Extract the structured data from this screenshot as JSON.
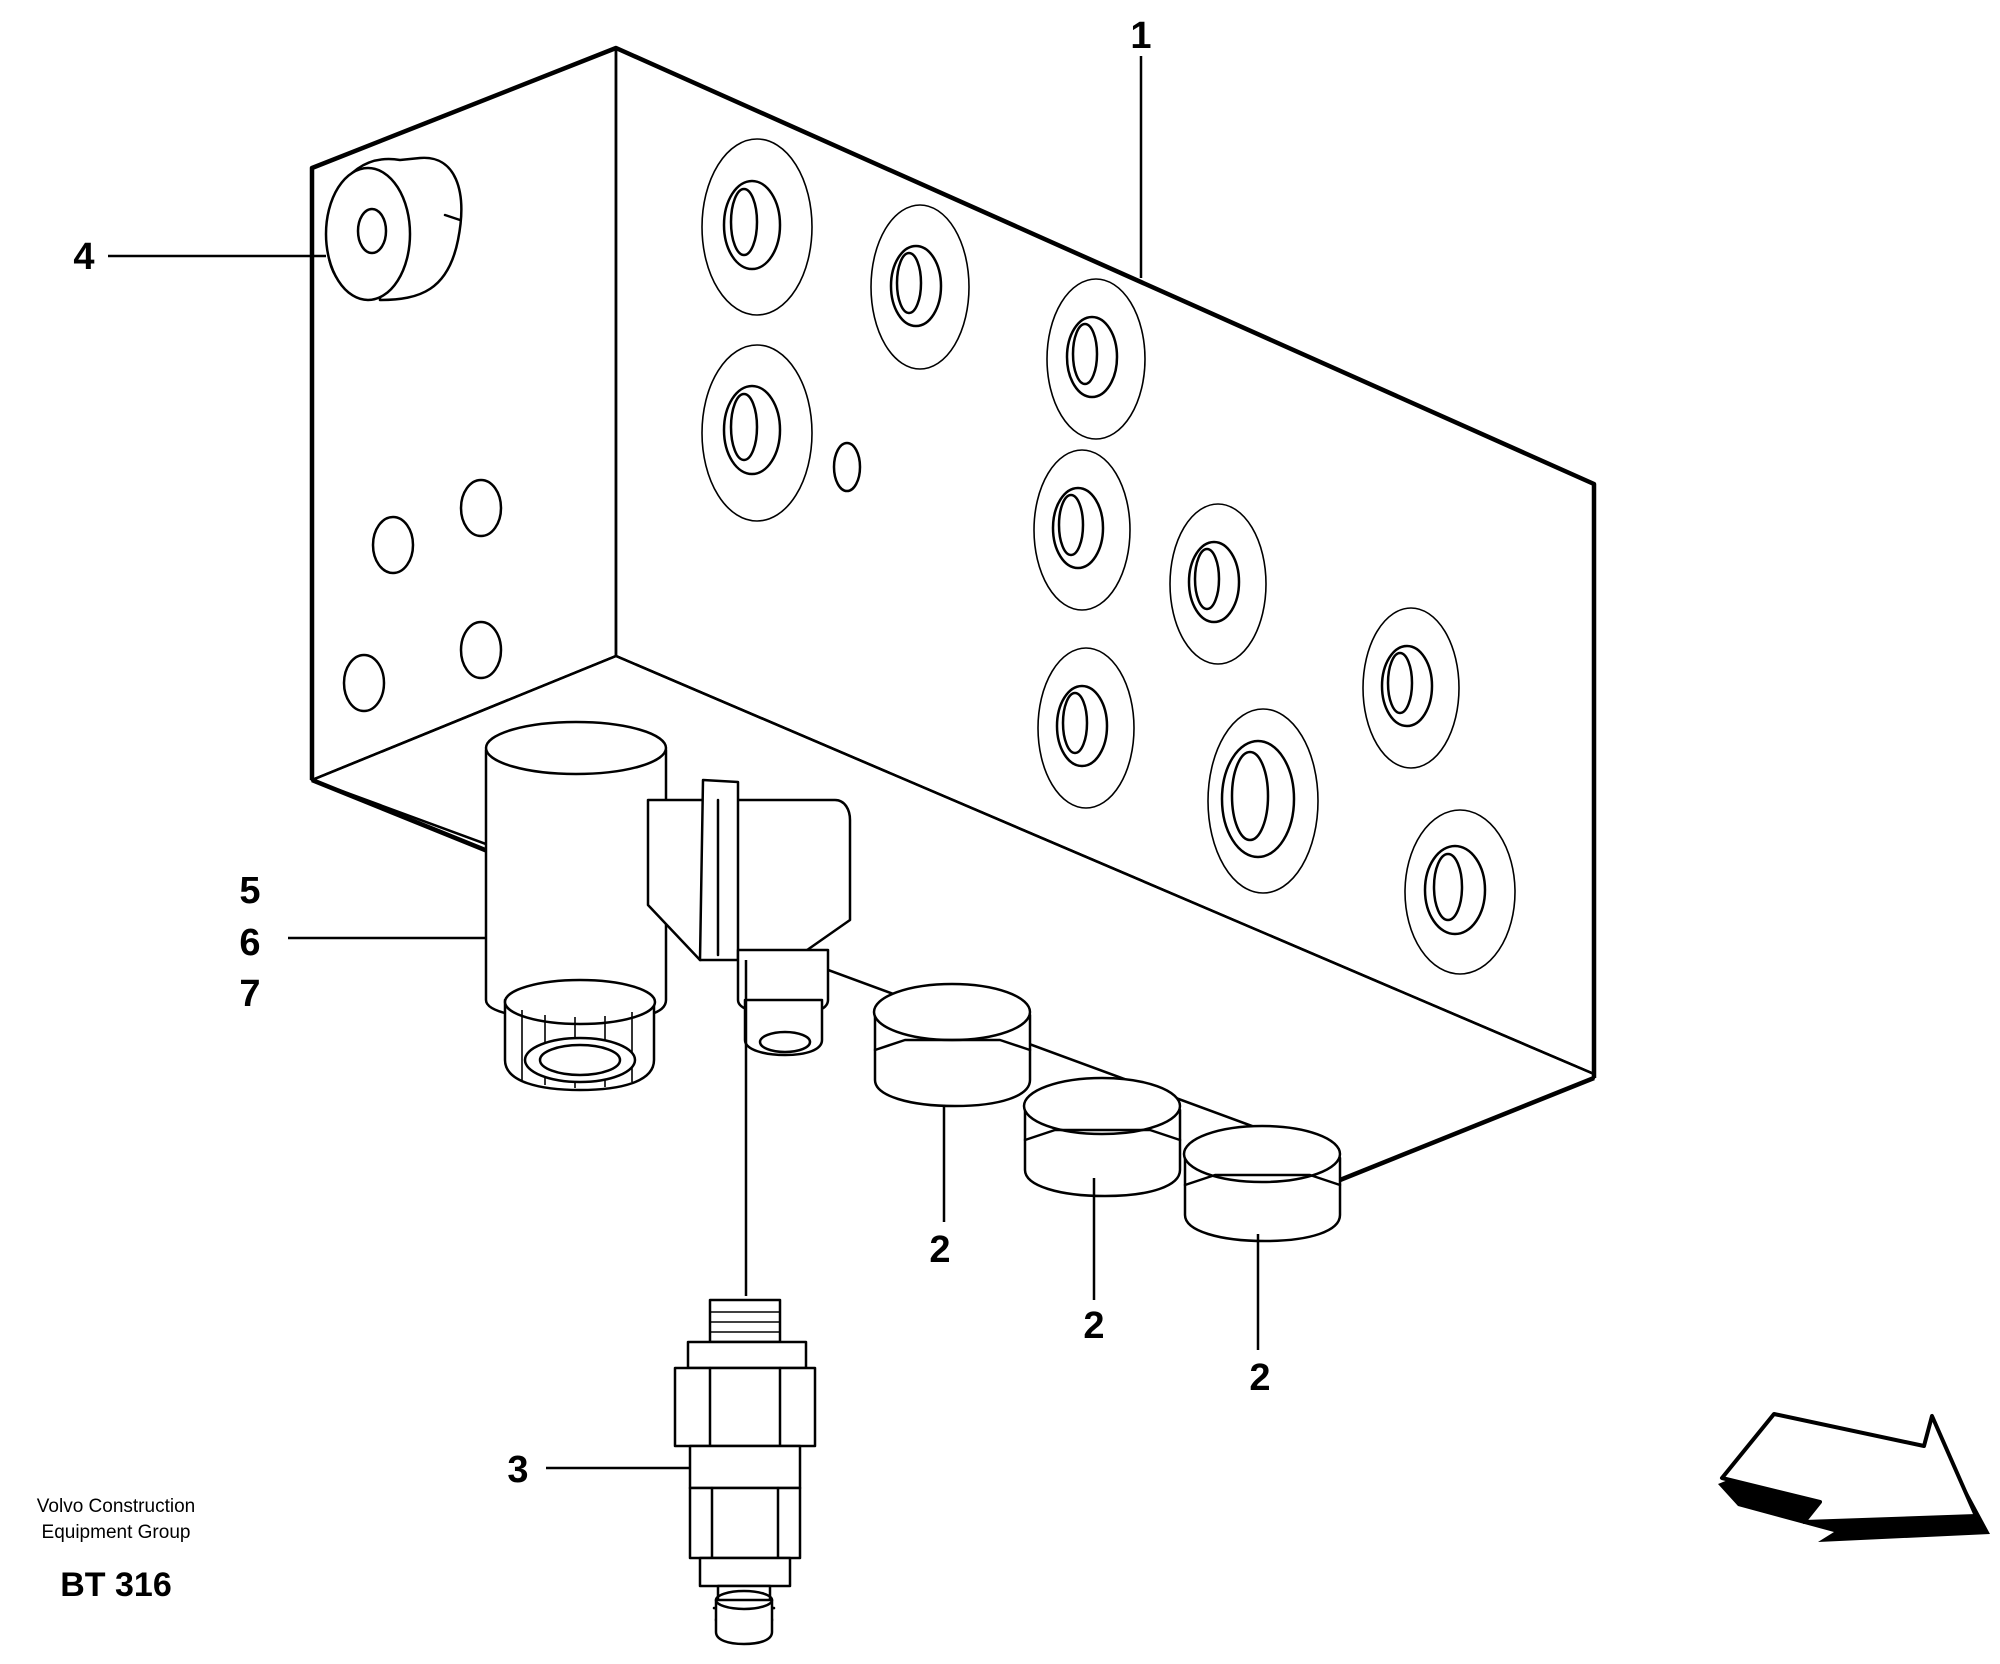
{
  "callouts": [
    {
      "id": "1",
      "label": "1"
    },
    {
      "id": "2a",
      "label": "2"
    },
    {
      "id": "2b",
      "label": "2"
    },
    {
      "id": "2c",
      "label": "2"
    },
    {
      "id": "3",
      "label": "3"
    },
    {
      "id": "4",
      "label": "4"
    },
    {
      "id": "5",
      "label": "5"
    },
    {
      "id": "6",
      "label": "6"
    },
    {
      "id": "7",
      "label": "7"
    }
  ],
  "footer": {
    "company_line1": "Volvo Construction",
    "company_line2": "Equipment Group",
    "drawing_code": "BT 316"
  }
}
